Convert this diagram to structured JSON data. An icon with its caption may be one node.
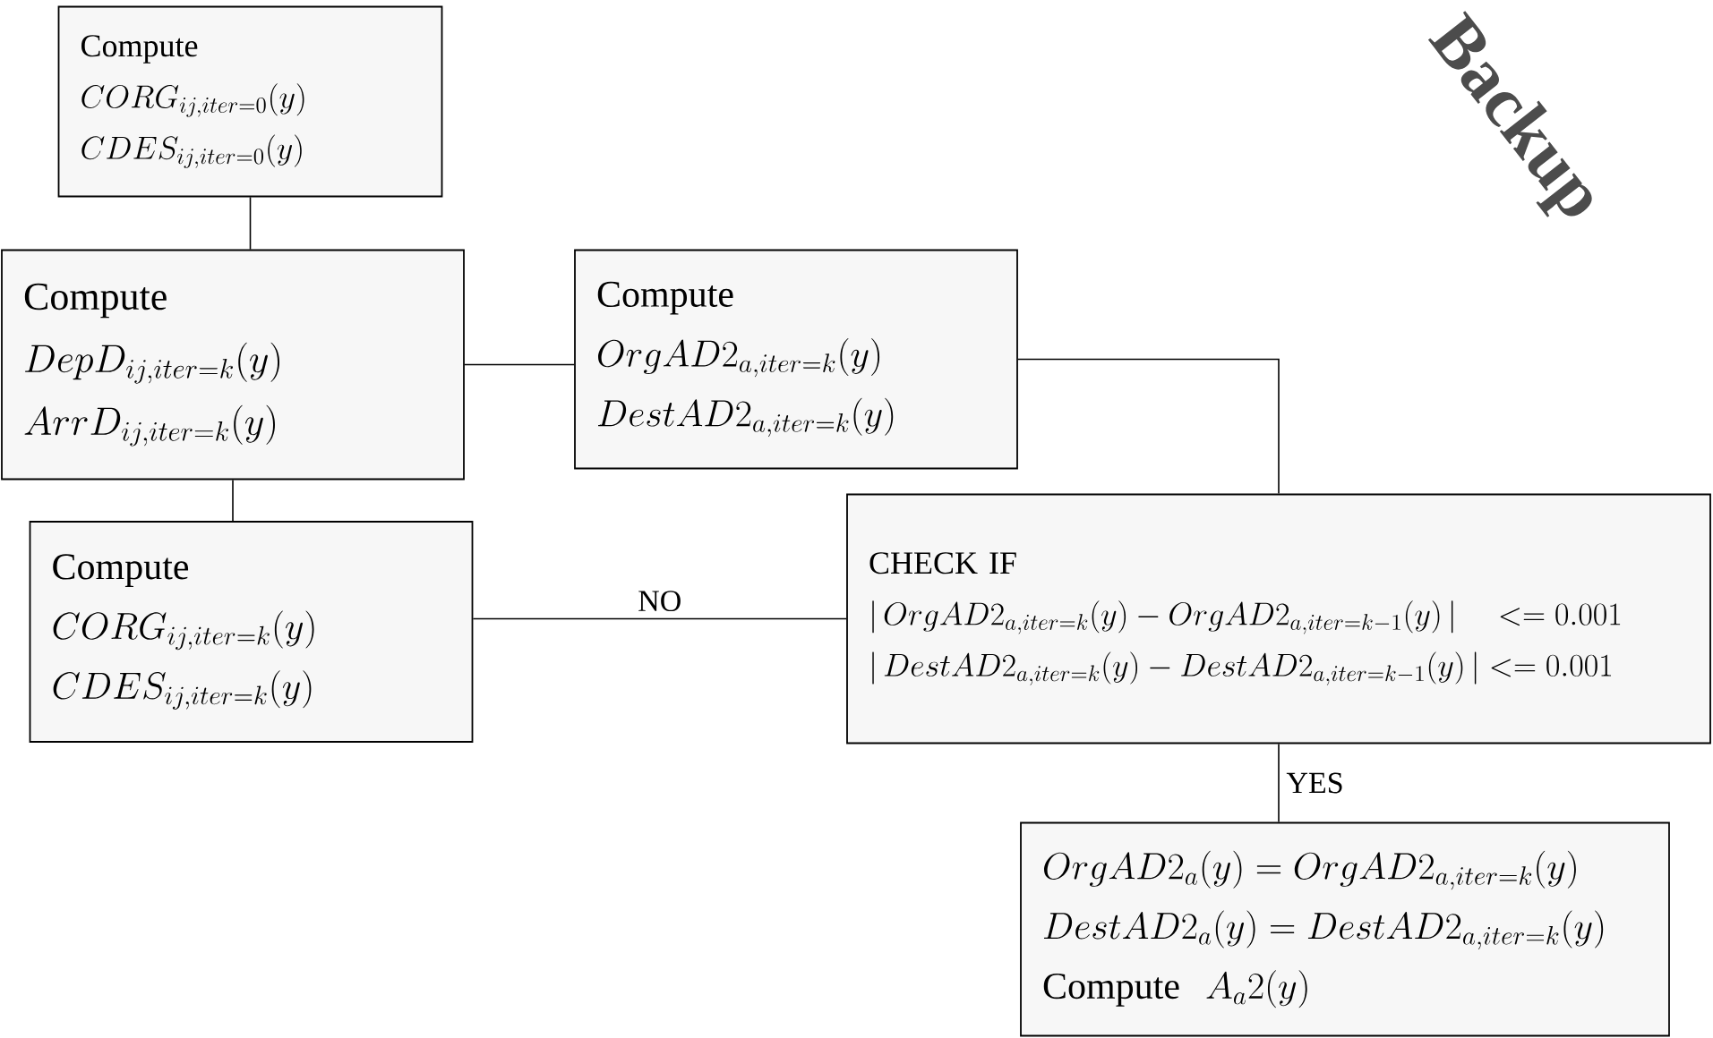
{
  "diagram": {
    "nodes": [
      {
        "text": [
          "Compute",
          "CORG_{ij,iter=0}(y)",
          "CDES_{ij,iter=0}(y)"
        ]
      },
      {
        "text": [
          "Compute",
          "DepD_{ij,iter=k}(y)",
          "ArrD_{ij,iter=k}(y)"
        ]
      },
      {
        "text": [
          "Compute",
          "OrgAD2_{a,iter=k}(y)",
          "DestAD2_{a,iter=k}(y)"
        ]
      },
      {
        "text": [
          "Compute",
          "CORG_{ij,iter=k}(y)",
          "CDES_{ij,iter=k}(y)"
        ]
      },
      {
        "text": [
          "CHECK IF",
          "|\\,OrgAD2_{a,iter=k}(y) - OrgAD2_{a,iter=k-1}(y)\\,|\\quad <= 0.001",
          "|\\,DestAD2_{a,iter=k}(y) - DestAD2_{a,iter=k-1}(y)\\,| <= 0.001"
        ]
      },
      {
        "text": [
          "OrgAD2_a(y) = OrgAD2_{a,iter=k}(y)",
          "DestAD2_a(y) = DestAD2_{a,iter=k}(y)",
          "\\textrm{Compute}\\ \\ A_a2(y)"
        ]
      }
    ],
    "edges": [
      {
        "from": 0,
        "to": 1,
        "arrow": "none"
      },
      {
        "from": 1,
        "to": 2,
        "arrow": "none"
      },
      {
        "from": 2,
        "to": 4,
        "arrow": "none"
      },
      {
        "from": 1,
        "to": 3,
        "arrow": "none"
      },
      {
        "from": 4,
        "to": 3,
        "arrow": "none",
        "label": "NO"
      },
      {
        "from": 4,
        "to": 5,
        "arrow": "none",
        "label": "YES"
      }
    ],
    "labels": [
      "Backup"
    ]
  }
}
